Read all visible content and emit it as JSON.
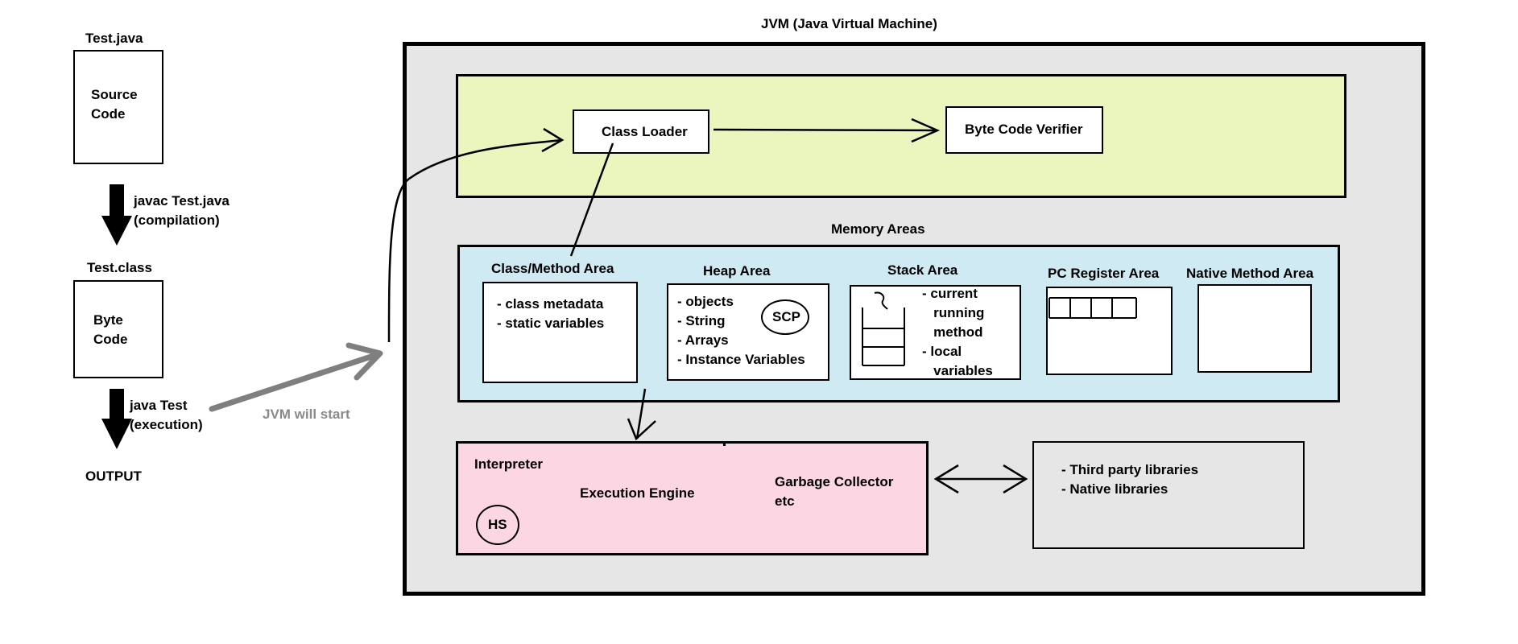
{
  "left": {
    "source_file": "Test.java",
    "source_box": "Source\nCode",
    "compile_cmd": "javac Test.java\n(compilation)",
    "class_file": "Test.class",
    "bytecode_box": "Byte\nCode",
    "run_cmd": "java Test\n(execution)",
    "output": "OUTPUT",
    "jvm_start": "JVM will start"
  },
  "jvm": {
    "title": "JVM (Java Virtual Machine)",
    "class_loader": "Class Loader",
    "byte_code_verifier": "Byte Code Verifier",
    "memory_areas_title": "Memory Areas",
    "class_method_area": {
      "title": "Class/Method Area",
      "items": "- class metadata\n- static variables"
    },
    "heap_area": {
      "title": "Heap Area",
      "items": "- objects\n- String\n- Arrays\n- Instance Variables",
      "scp": "SCP"
    },
    "stack_area": {
      "title": "Stack Area",
      "items": "- current\n   running\n   method\n- local\n   variables"
    },
    "pc_register_area": {
      "title": "PC Register Area"
    },
    "native_method_area": {
      "title": "Native Method Area"
    },
    "execution": {
      "interpreter": "Interpreter",
      "hs": "HS",
      "engine": "Execution Engine",
      "gc": "Garbage Collector\netc"
    },
    "libraries": "- Third party libraries\n- Native libraries"
  },
  "colors": {
    "jvm_bg": "#e6e6e6",
    "loader_bg": "#eaf6be",
    "memory_bg": "#cfeaf2",
    "execution_bg": "#fcd6e3",
    "gray_arrow": "#7f7f7f"
  }
}
